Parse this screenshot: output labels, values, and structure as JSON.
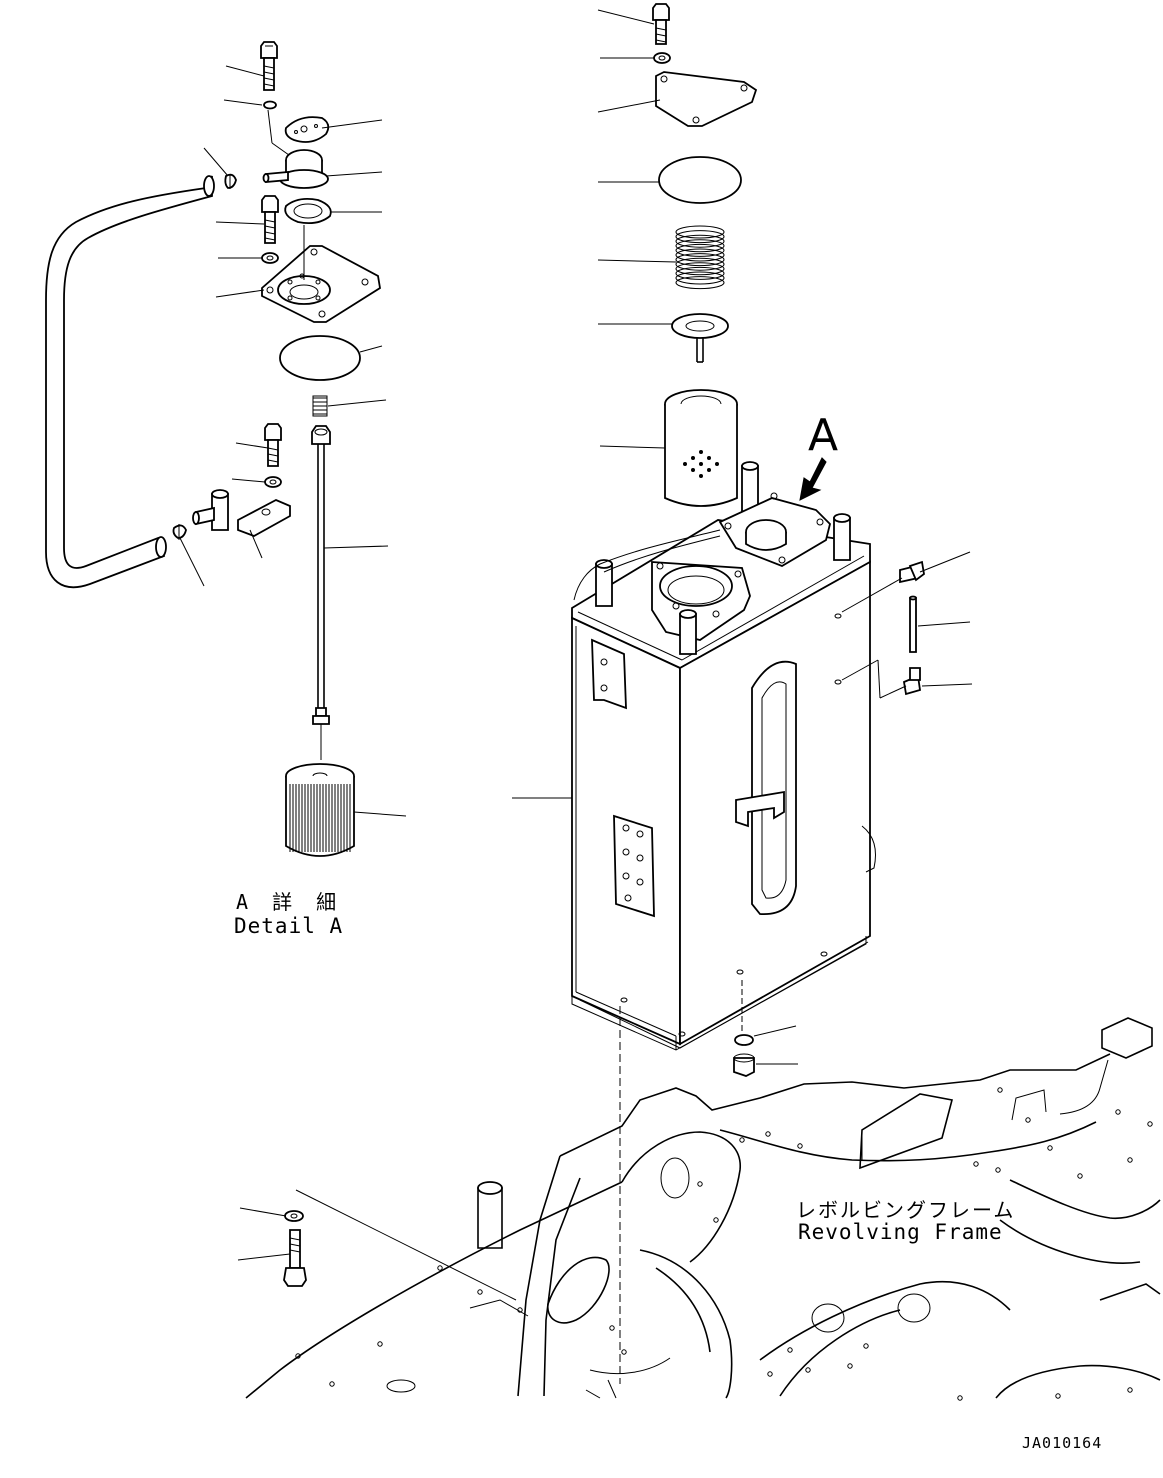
{
  "view_marker": "A",
  "detail_caption": {
    "japanese": "A 詳 細",
    "english": "Detail A"
  },
  "frame_caption": {
    "japanese": "レボルビングフレーム",
    "english": "Revolving Frame"
  },
  "drawing_code": "JA010164"
}
